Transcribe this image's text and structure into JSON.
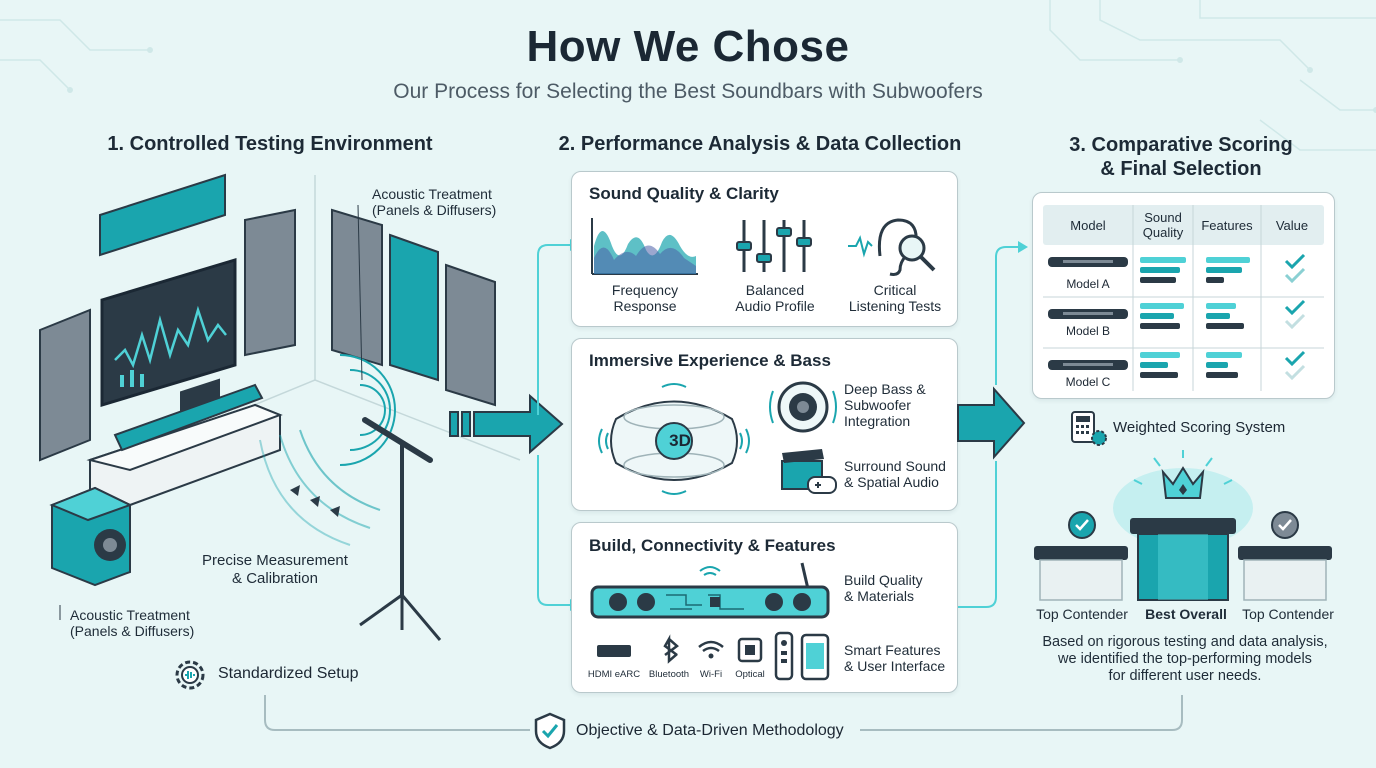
{
  "header": {
    "title": "How We Chose",
    "subtitle": "Our Process for Selecting the Best Soundbars with Subwoofers"
  },
  "colors": {
    "teal": "#1aa5ae",
    "teal_light": "#4fd1d6",
    "dark": "#2b3a46",
    "panel_gray": "#6b7884",
    "background": "#e8f6f6"
  },
  "step1": {
    "heading": "1. Controlled Testing Environment",
    "acoustic_top": "Acoustic Treatment\n(Panels & Diffusers)",
    "acoustic_bottom": "Acoustic Treatment\n(Panels & Diffusers)",
    "measurement": "Precise Measurement\n& Calibration",
    "setup": "Standardized Setup"
  },
  "step2": {
    "heading": "2. Performance Analysis & Data Collection",
    "sound": {
      "title": "Sound Quality & Clarity",
      "items": [
        "Frequency\nResponse",
        "Balanced\nAudio Profile",
        "Critical\nListening Tests"
      ]
    },
    "immersive": {
      "title": "Immersive Experience & Bass",
      "badge": "3D",
      "items": [
        "Deep Bass &\nSubwoofer\nIntegration",
        "Surround Sound\n& Spatial Audio"
      ]
    },
    "build": {
      "title": "Build, Connectivity & Features",
      "items": [
        "Build Quality\n& Materials",
        "Smart Features\n& User Interface"
      ],
      "ports": [
        "HDMI eARC",
        "Bluetooth",
        "Wi-Fi",
        "Optical"
      ]
    }
  },
  "step3": {
    "heading": "3. Comparative Scoring\n& Final Selection",
    "table": {
      "columns": [
        "Model",
        "Sound\nQuality",
        "Features",
        "Value"
      ],
      "rows": [
        {
          "model": "Model A",
          "checks": 2
        },
        {
          "model": "Model B",
          "checks": 2
        },
        {
          "model": "Model C",
          "checks": 2
        }
      ]
    },
    "scoring": "Weighted Scoring System",
    "podium": [
      "Top Contender",
      "Best Overall",
      "Top Contender"
    ],
    "summary": "Based on rigorous testing and data analysis,\nwe identified the top-performing models\nfor different user needs."
  },
  "footer": {
    "methodology": "Objective & Data-Driven Methodology"
  }
}
